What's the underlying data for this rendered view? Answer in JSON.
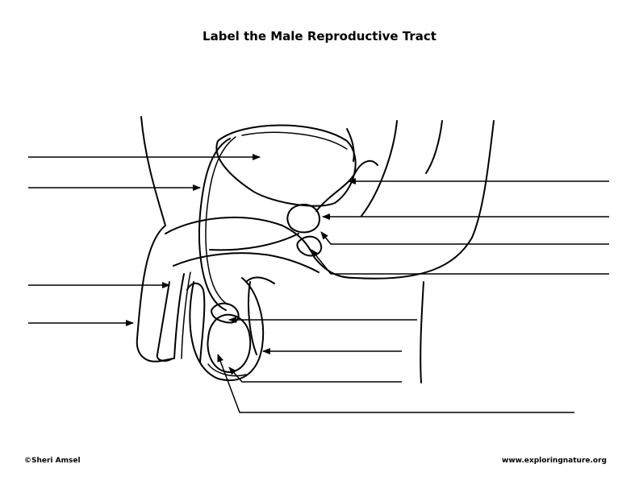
{
  "title": "Label the Male Reproductive Tract",
  "footer": {
    "copyright": "©Sheri Amsel",
    "website": "www.exploringnature.org"
  },
  "colors": {
    "ink": "#000000",
    "background": "#ffffff"
  }
}
